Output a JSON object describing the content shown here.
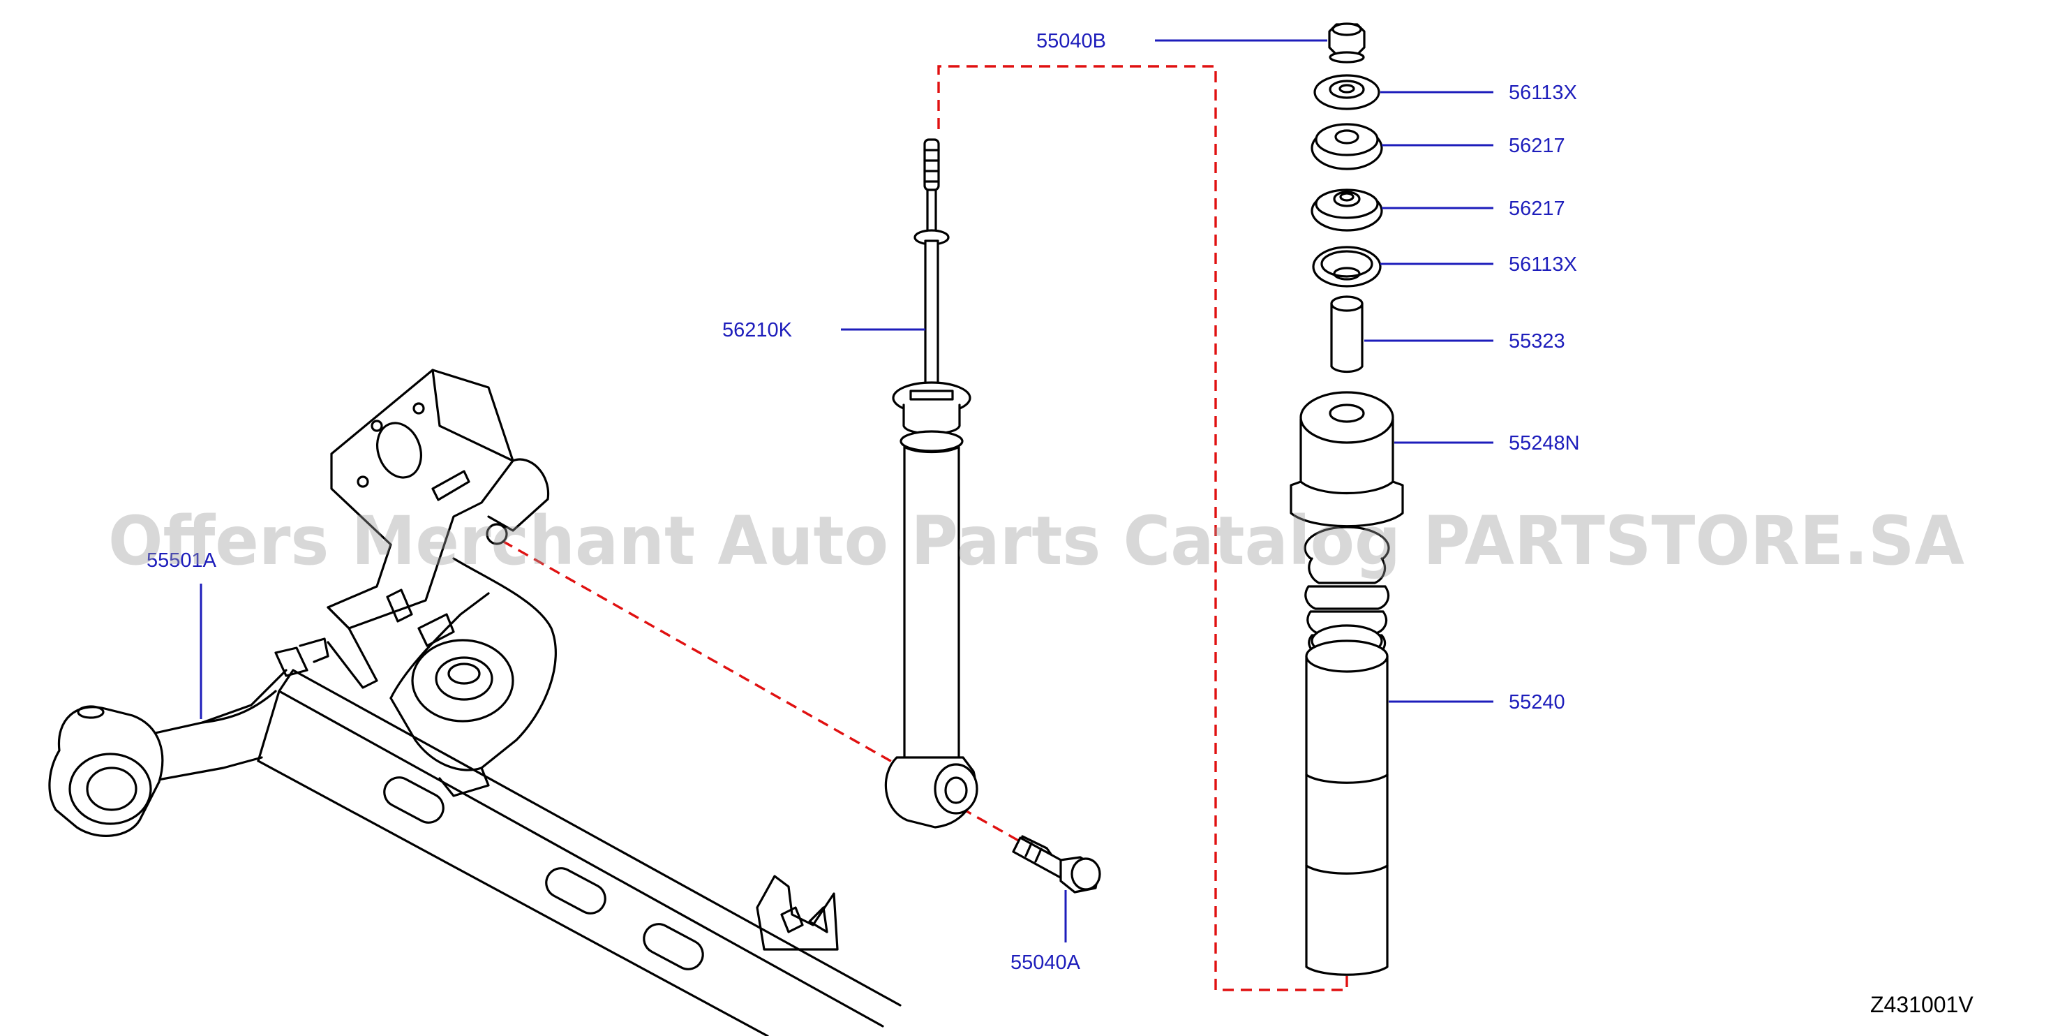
{
  "diagram_code": "Z431001V",
  "watermark": "Offers Merchant Auto Parts Catalog PARTSTORE.SA",
  "parts": {
    "p55040B": "55040B",
    "p56113X_top": "56113X",
    "p56217_a": "56217",
    "p56217_b": "56217",
    "p56113X_bottom": "56113X",
    "p55323": "55323",
    "p55248N": "55248N",
    "p55240": "55240",
    "p56210K": "56210K",
    "p55501A": "55501A",
    "p55040A": "55040A"
  },
  "colors": {
    "label": "#1d1dbb",
    "dashed_line": "#e01010",
    "outline": "#000000"
  }
}
